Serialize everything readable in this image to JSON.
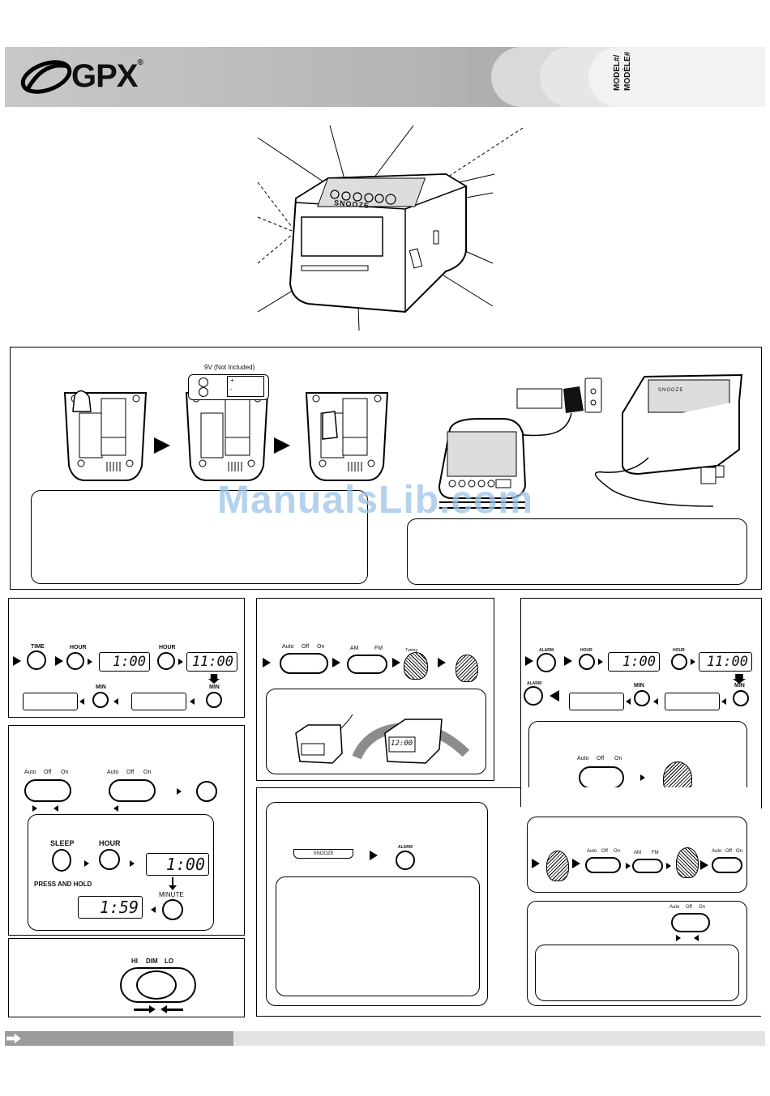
{
  "header": {
    "logo": "GPX",
    "registered_mark": "®",
    "model_label_1": "MODEL#/",
    "model_label_2": "MODÈLE#"
  },
  "product": {
    "snooze_label": "SNOOZE"
  },
  "battery_section": {
    "battery_label": "9V (Not Included)",
    "plus_sign": "+",
    "minus_sign": "-"
  },
  "watermark": "ManualsLib.com",
  "clock_set": {
    "time_button": "TIME",
    "hour_button_1": "HOUR",
    "display_1": "1:00",
    "hour_button_2": "HOUR",
    "display_2": "11:00",
    "min_button_1": "MIN",
    "min_button_2": "MIN"
  },
  "radio": {
    "switch_auto": "Auto",
    "switch_off": "Off",
    "switch_on": "On",
    "band_am": "AM",
    "band_fm": "FM",
    "tuning_label": "Tuning",
    "clock_display": "12:00"
  },
  "alarm_set": {
    "alarm_button": "ALARM",
    "hour_button_1": "HOUR",
    "display_1": "1:00",
    "hour_button_2": "HOUR",
    "display_2": "11:00",
    "min_button_1": "MIN",
    "min_button_2": "MIN",
    "alarm_button_2": "ALARM",
    "switch_auto": "Auto",
    "switch_off": "Off",
    "switch_on": "On"
  },
  "sleep": {
    "switch_auto_1": "Auto",
    "switch_off_1": "Off",
    "switch_on_1": "On",
    "switch_auto_2": "Auto",
    "switch_off_2": "Off",
    "switch_on_2": "On",
    "sleep_button": "SLEEP",
    "hour_button": "HOUR",
    "press_hold": "PRESS AND HOLD",
    "display_1": "1:00",
    "minute_button": "MINUTE",
    "display_2": "1:59"
  },
  "dimmer": {
    "hi": "HI",
    "dim": "DIM",
    "lo": "LO"
  },
  "snooze_section": {
    "snooze_bar": "SNOOZE",
    "alarm_button": "ALARM"
  },
  "wake_radio": {
    "switch_auto": "Auto",
    "switch_off": "Off",
    "switch_on": "On",
    "band_am": "AM",
    "band_fm": "FM",
    "switch_auto_2": "Auto",
    "switch_off_2": "Off",
    "switch_on_2": "On"
  },
  "alarm_off": {
    "switch_auto": "Auto",
    "switch_off": "Off",
    "switch_on": "On"
  }
}
